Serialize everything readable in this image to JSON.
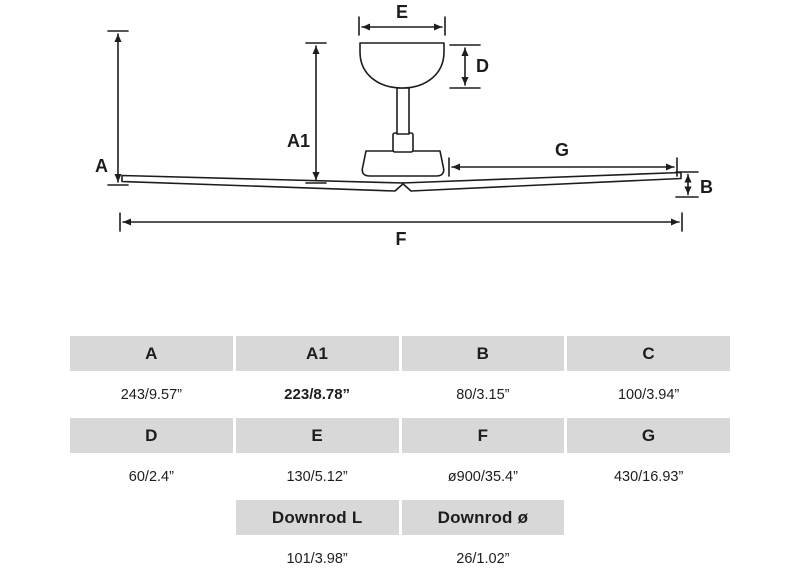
{
  "page": {
    "background": "#ffffff"
  },
  "colors": {
    "line": "#1d1d1b",
    "text": "#1d1d1b",
    "table_header_bg": "#d8d8d8"
  },
  "diagram": {
    "labels": {
      "A": "A",
      "A1": "A1",
      "B": "B",
      "D": "D",
      "E": "E",
      "F": "F",
      "G": "G"
    }
  },
  "table": {
    "rows": [
      {
        "type": "header",
        "cells": [
          "A",
          "A1",
          "B",
          "C"
        ]
      },
      {
        "type": "values",
        "cells": [
          "243/9.57”",
          "223/8.78”",
          "80/3.15”",
          "100/3.94”"
        ]
      },
      {
        "type": "header",
        "cells": [
          "D",
          "E",
          "F",
          "G"
        ]
      },
      {
        "type": "values",
        "cells": [
          "60/2.4”",
          "130/5.12”",
          "ø900/35.4”",
          "430/16.93”"
        ]
      },
      {
        "type": "header",
        "cells": [
          "Downrod L",
          "Downrod ø"
        ]
      },
      {
        "type": "values",
        "cells": [
          "101/3.98”",
          "26/1.02”"
        ]
      }
    ]
  }
}
